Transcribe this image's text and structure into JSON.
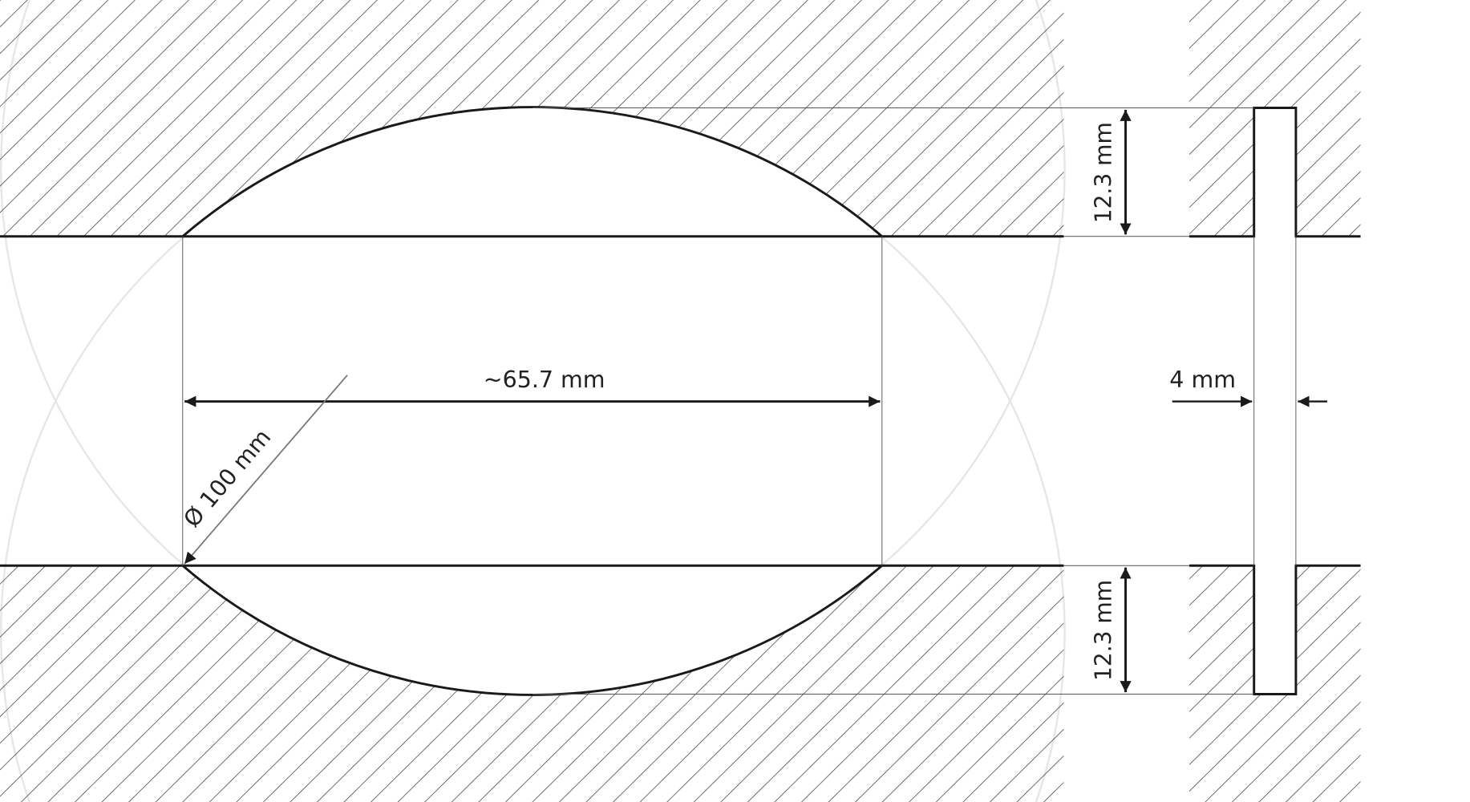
{
  "diagram": {
    "width_label": "~65.7 mm",
    "diameter_label": "Ø 100 mm",
    "top_depth_label": "12.3 mm",
    "bottom_depth_label": "12.3 mm",
    "sheet_thickness_label": "4 mm"
  },
  "colors": {
    "line": "#1a1a1a",
    "hatch": "#333333",
    "construction_circle": "#e6e6e6",
    "thin_line": "#555555"
  }
}
